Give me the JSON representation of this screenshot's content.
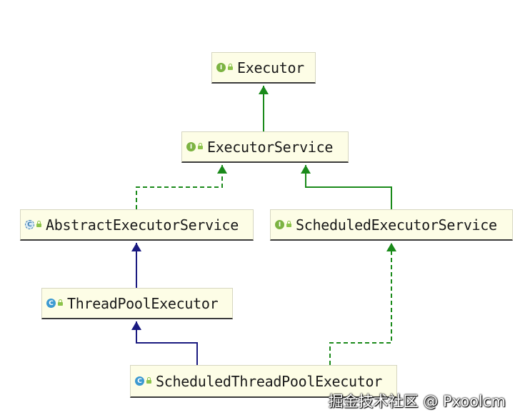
{
  "diagram": {
    "nodes": [
      {
        "id": "executor",
        "label": "Executor",
        "kind": "interface",
        "icon": "interface-icon"
      },
      {
        "id": "executor-service",
        "label": "ExecutorService",
        "kind": "interface",
        "icon": "interface-icon"
      },
      {
        "id": "abstract-executor-service",
        "label": "AbstractExecutorService",
        "kind": "abstract",
        "icon": "abstract-class-icon"
      },
      {
        "id": "scheduled-executor-service",
        "label": "ScheduledExecutorService",
        "kind": "interface",
        "icon": "interface-icon"
      },
      {
        "id": "thread-pool-executor",
        "label": "ThreadPoolExecutor",
        "kind": "class",
        "icon": "class-icon"
      },
      {
        "id": "scheduled-thread-pool-executor",
        "label": "ScheduledThreadPoolExecutor",
        "kind": "class",
        "icon": "class-icon"
      }
    ],
    "edges": [
      {
        "from": "executor-service",
        "to": "executor",
        "type": "extends"
      },
      {
        "from": "abstract-executor-service",
        "to": "executor-service",
        "type": "implements"
      },
      {
        "from": "scheduled-executor-service",
        "to": "executor-service",
        "type": "extends"
      },
      {
        "from": "thread-pool-executor",
        "to": "abstract-executor-service",
        "type": "extends"
      },
      {
        "from": "scheduled-thread-pool-executor",
        "to": "thread-pool-executor",
        "type": "extends"
      },
      {
        "from": "scheduled-thread-pool-executor",
        "to": "scheduled-executor-service",
        "type": "implements"
      }
    ],
    "icon_letters": {
      "interface": "I",
      "class": "C",
      "abstract": "C"
    },
    "colors": {
      "node_fill": "#fdfde6",
      "interface_edge": "#1a8a1a",
      "class_edge": "#1a1a80",
      "interface_icon": "#7cb342",
      "class_icon": "#3d9ad1"
    }
  },
  "watermark": "掘金技术社区 @ Pxoolcm"
}
